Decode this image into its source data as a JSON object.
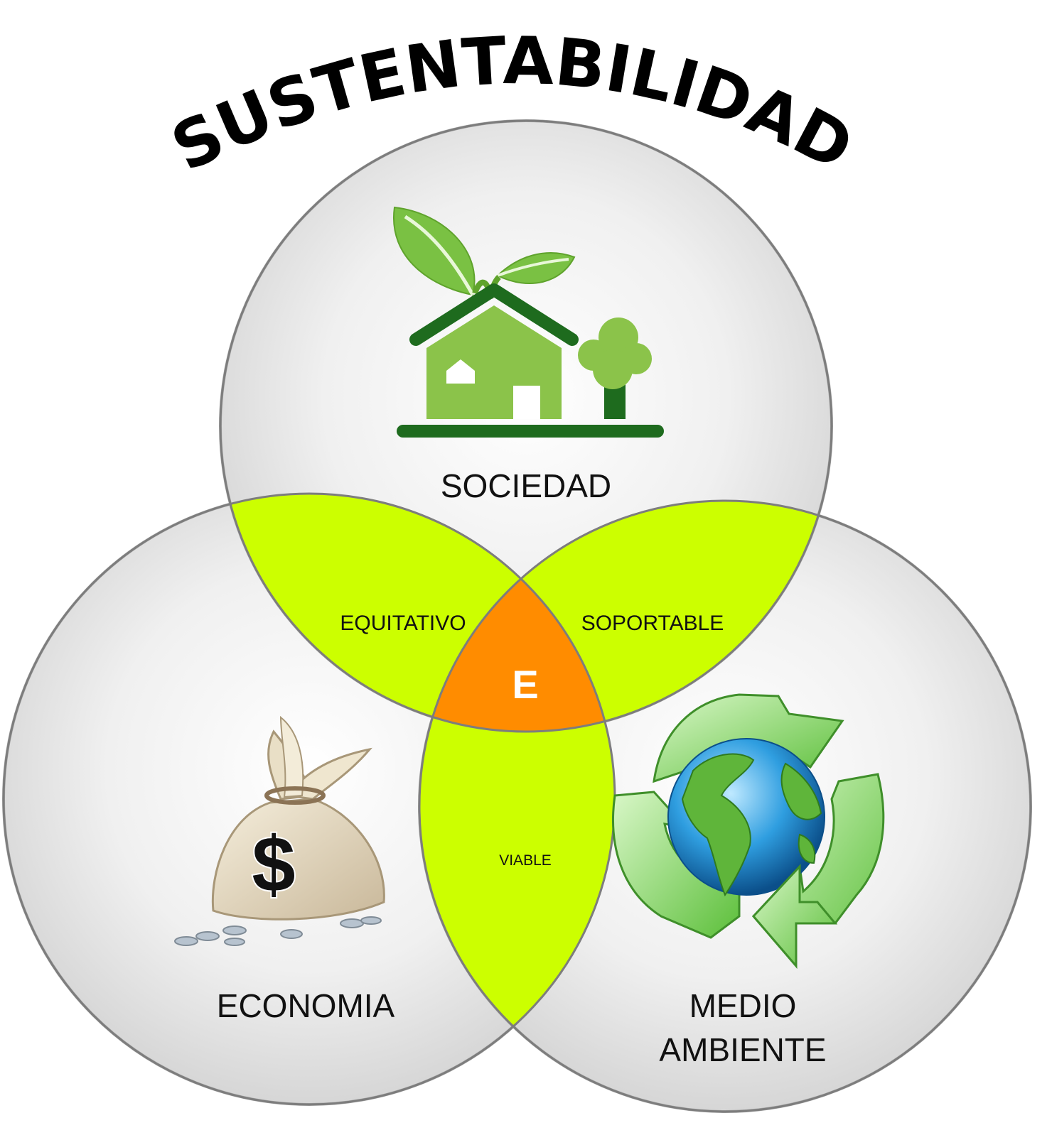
{
  "title": "SUSTENTABILIDAD",
  "circles": {
    "top": {
      "label": "SOCIEDAD",
      "icon": "eco-house-icon"
    },
    "left": {
      "label": "ECONOMIA",
      "icon": "money-bag-icon"
    },
    "right": {
      "label_line1": "MEDIO",
      "label_line2": "AMBIENTE",
      "icon": "recycle-globe-icon"
    }
  },
  "intersections": {
    "top_left": "EQUITATIVO",
    "top_right": "SOPORTABLE",
    "bottom": "VIABLE",
    "center": "E"
  },
  "colors": {
    "circle_fill": "#e3e3e3",
    "circle_stroke": "#a8a8a8",
    "lens_fill": "#ccff00",
    "center_fill": "#ff8c00",
    "title": "#000000",
    "icon_green": "#7ac143",
    "icon_dark_green": "#1e6b1e"
  },
  "money_bag_symbol": "$"
}
